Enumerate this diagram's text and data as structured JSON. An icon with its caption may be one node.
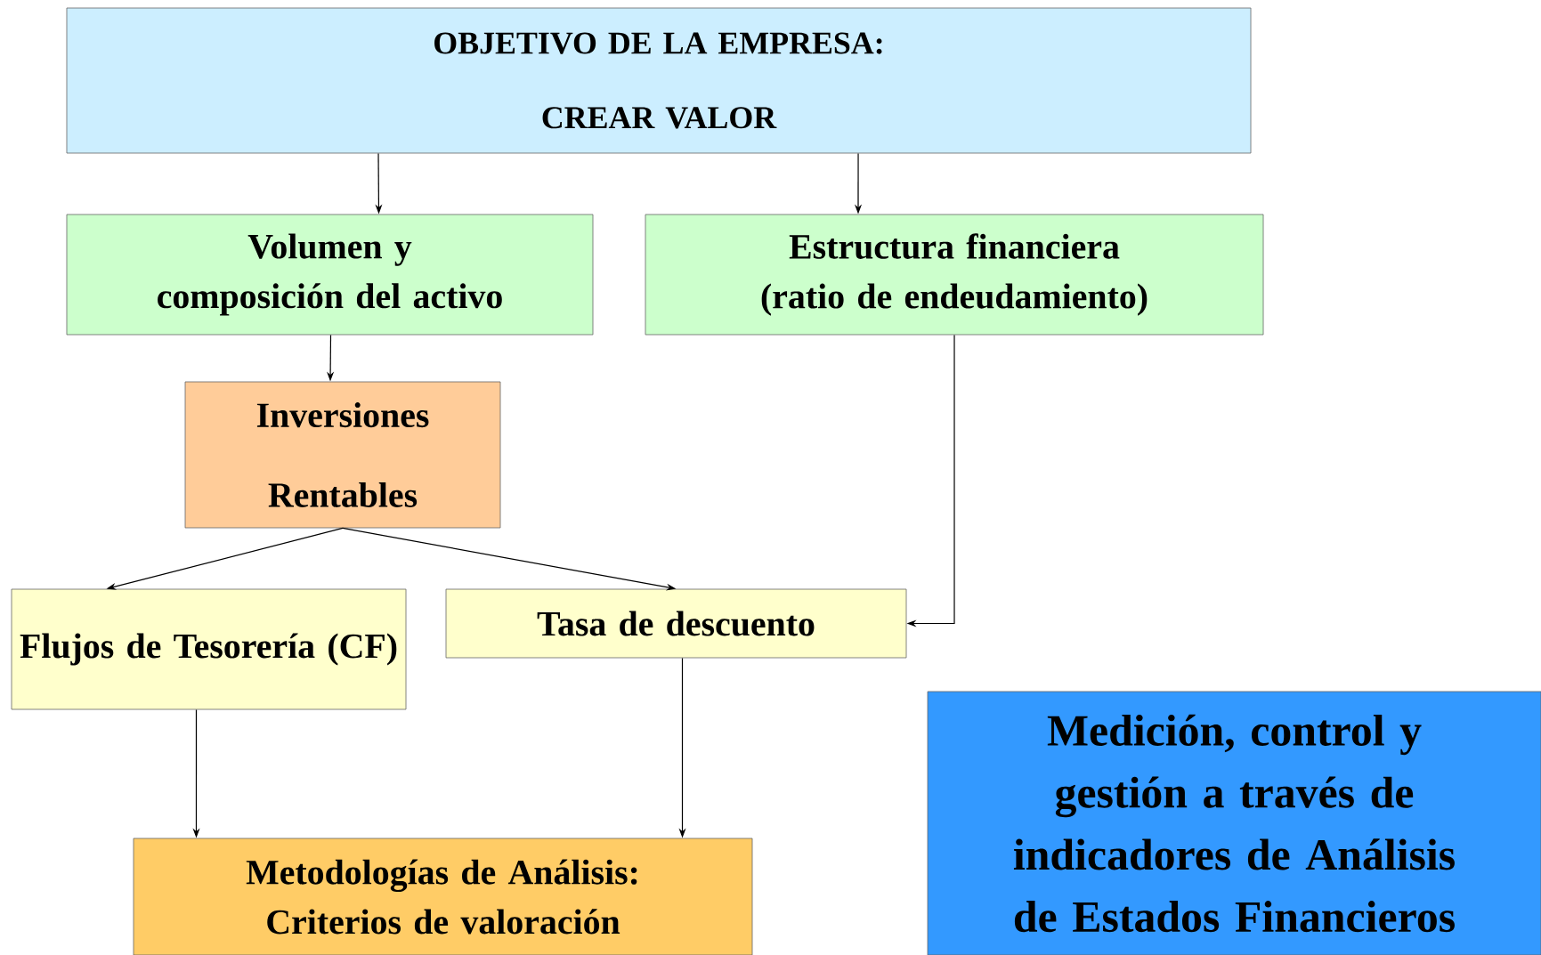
{
  "diagram": {
    "nodes": [
      {
        "text": [
          "OBJETIVO DE LA EMPRESA:",
          "CREAR VALOR"
        ]
      },
      {
        "text": [
          "Volumen y composición del activo"
        ]
      },
      {
        "text": [
          "Estructura financiera (ratio de endeudamiento)"
        ]
      },
      {
        "text": [
          "Inversiones",
          "Rentables"
        ]
      },
      {
        "text": [
          "Flujos de Tesorería (CF)"
        ]
      },
      {
        "text": [
          "Tasa  de descuento"
        ]
      },
      {
        "text": [
          "Metodologías de Análisis: Criterios de valoración"
        ]
      },
      {
        "text": [
          "Medición, control y gestión a través de indicadores de Análisis de Estados Financieros"
        ]
      }
    ],
    "edges": [
      {
        "from": 0,
        "to": 1,
        "arrow": "to"
      },
      {
        "from": 0,
        "to": 2,
        "arrow": "to"
      },
      {
        "from": 1,
        "to": 3,
        "arrow": "to"
      },
      {
        "from": 3,
        "to": 4,
        "arrow": "to"
      },
      {
        "from": 3,
        "to": 5,
        "arrow": "to"
      },
      {
        "from": 2,
        "to": 5,
        "arrow": "to"
      },
      {
        "from": 4,
        "to": 6,
        "arrow": "to"
      },
      {
        "from": 5,
        "to": 6,
        "arrow": "to"
      }
    ]
  }
}
